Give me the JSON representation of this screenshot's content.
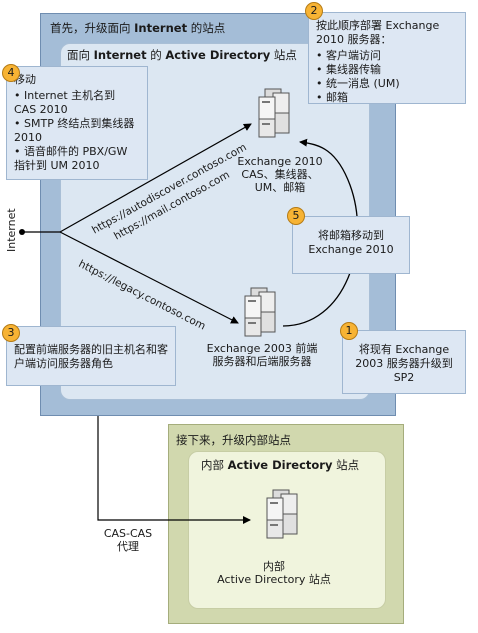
{
  "outer_site": {
    "title_prefix": "首先，升级面向 ",
    "title_bold": "Internet",
    "title_suffix": " 的站点"
  },
  "inner_site": {
    "title_prefix": "面向 ",
    "title_bold1": "Internet",
    "title_mid": " 的 ",
    "title_bold2": "Active Directory",
    "title_suffix": " 站点"
  },
  "step2": {
    "badge": "2",
    "heading": "按此顺序部署 Exchange 2010 服务器：",
    "items": [
      "客户端访问",
      "集线器传输",
      "统一消息 (UM)",
      "邮箱"
    ]
  },
  "step4": {
    "badge": "4",
    "heading": "移动",
    "items": [
      "Internet 主机名到 CAS 2010",
      "SMTP 终结点到集线器 2010",
      "语音邮件的 PBX/GW 指针到 UM 2010"
    ]
  },
  "step5": {
    "badge": "5",
    "text": "将邮箱移动到 Exchange 2010"
  },
  "step3": {
    "badge": "3",
    "text": "配置前端服务器的旧主机名和客户端访问服务器角色"
  },
  "step1": {
    "badge": "1",
    "text": "将现有 Exchange 2003 服务器升级到 SP2"
  },
  "server_2010": {
    "line1": "Exchange 2010",
    "line2": "CAS、集线器、",
    "line3": "UM、邮箱"
  },
  "server_2003": {
    "line1": "Exchange 2003 前端",
    "line2": "服务器和后端服务器"
  },
  "urls": {
    "autodiscover": "https://autodiscover.contoso.com",
    "mail": "https://mail.contoso.com",
    "legacy": "https://legacy.contoso.com"
  },
  "internet_label": "Internet",
  "outer_site_2": {
    "title": "接下来，升级内部站点"
  },
  "inner_site_2": {
    "title_prefix": "内部 ",
    "title_bold": "Active Directory",
    "title_suffix": " 站点"
  },
  "internal_server": {
    "line1": "内部",
    "line2": "Active Directory 站点"
  },
  "proxy_label": {
    "line1": "CAS-CAS",
    "line2": "代理"
  }
}
